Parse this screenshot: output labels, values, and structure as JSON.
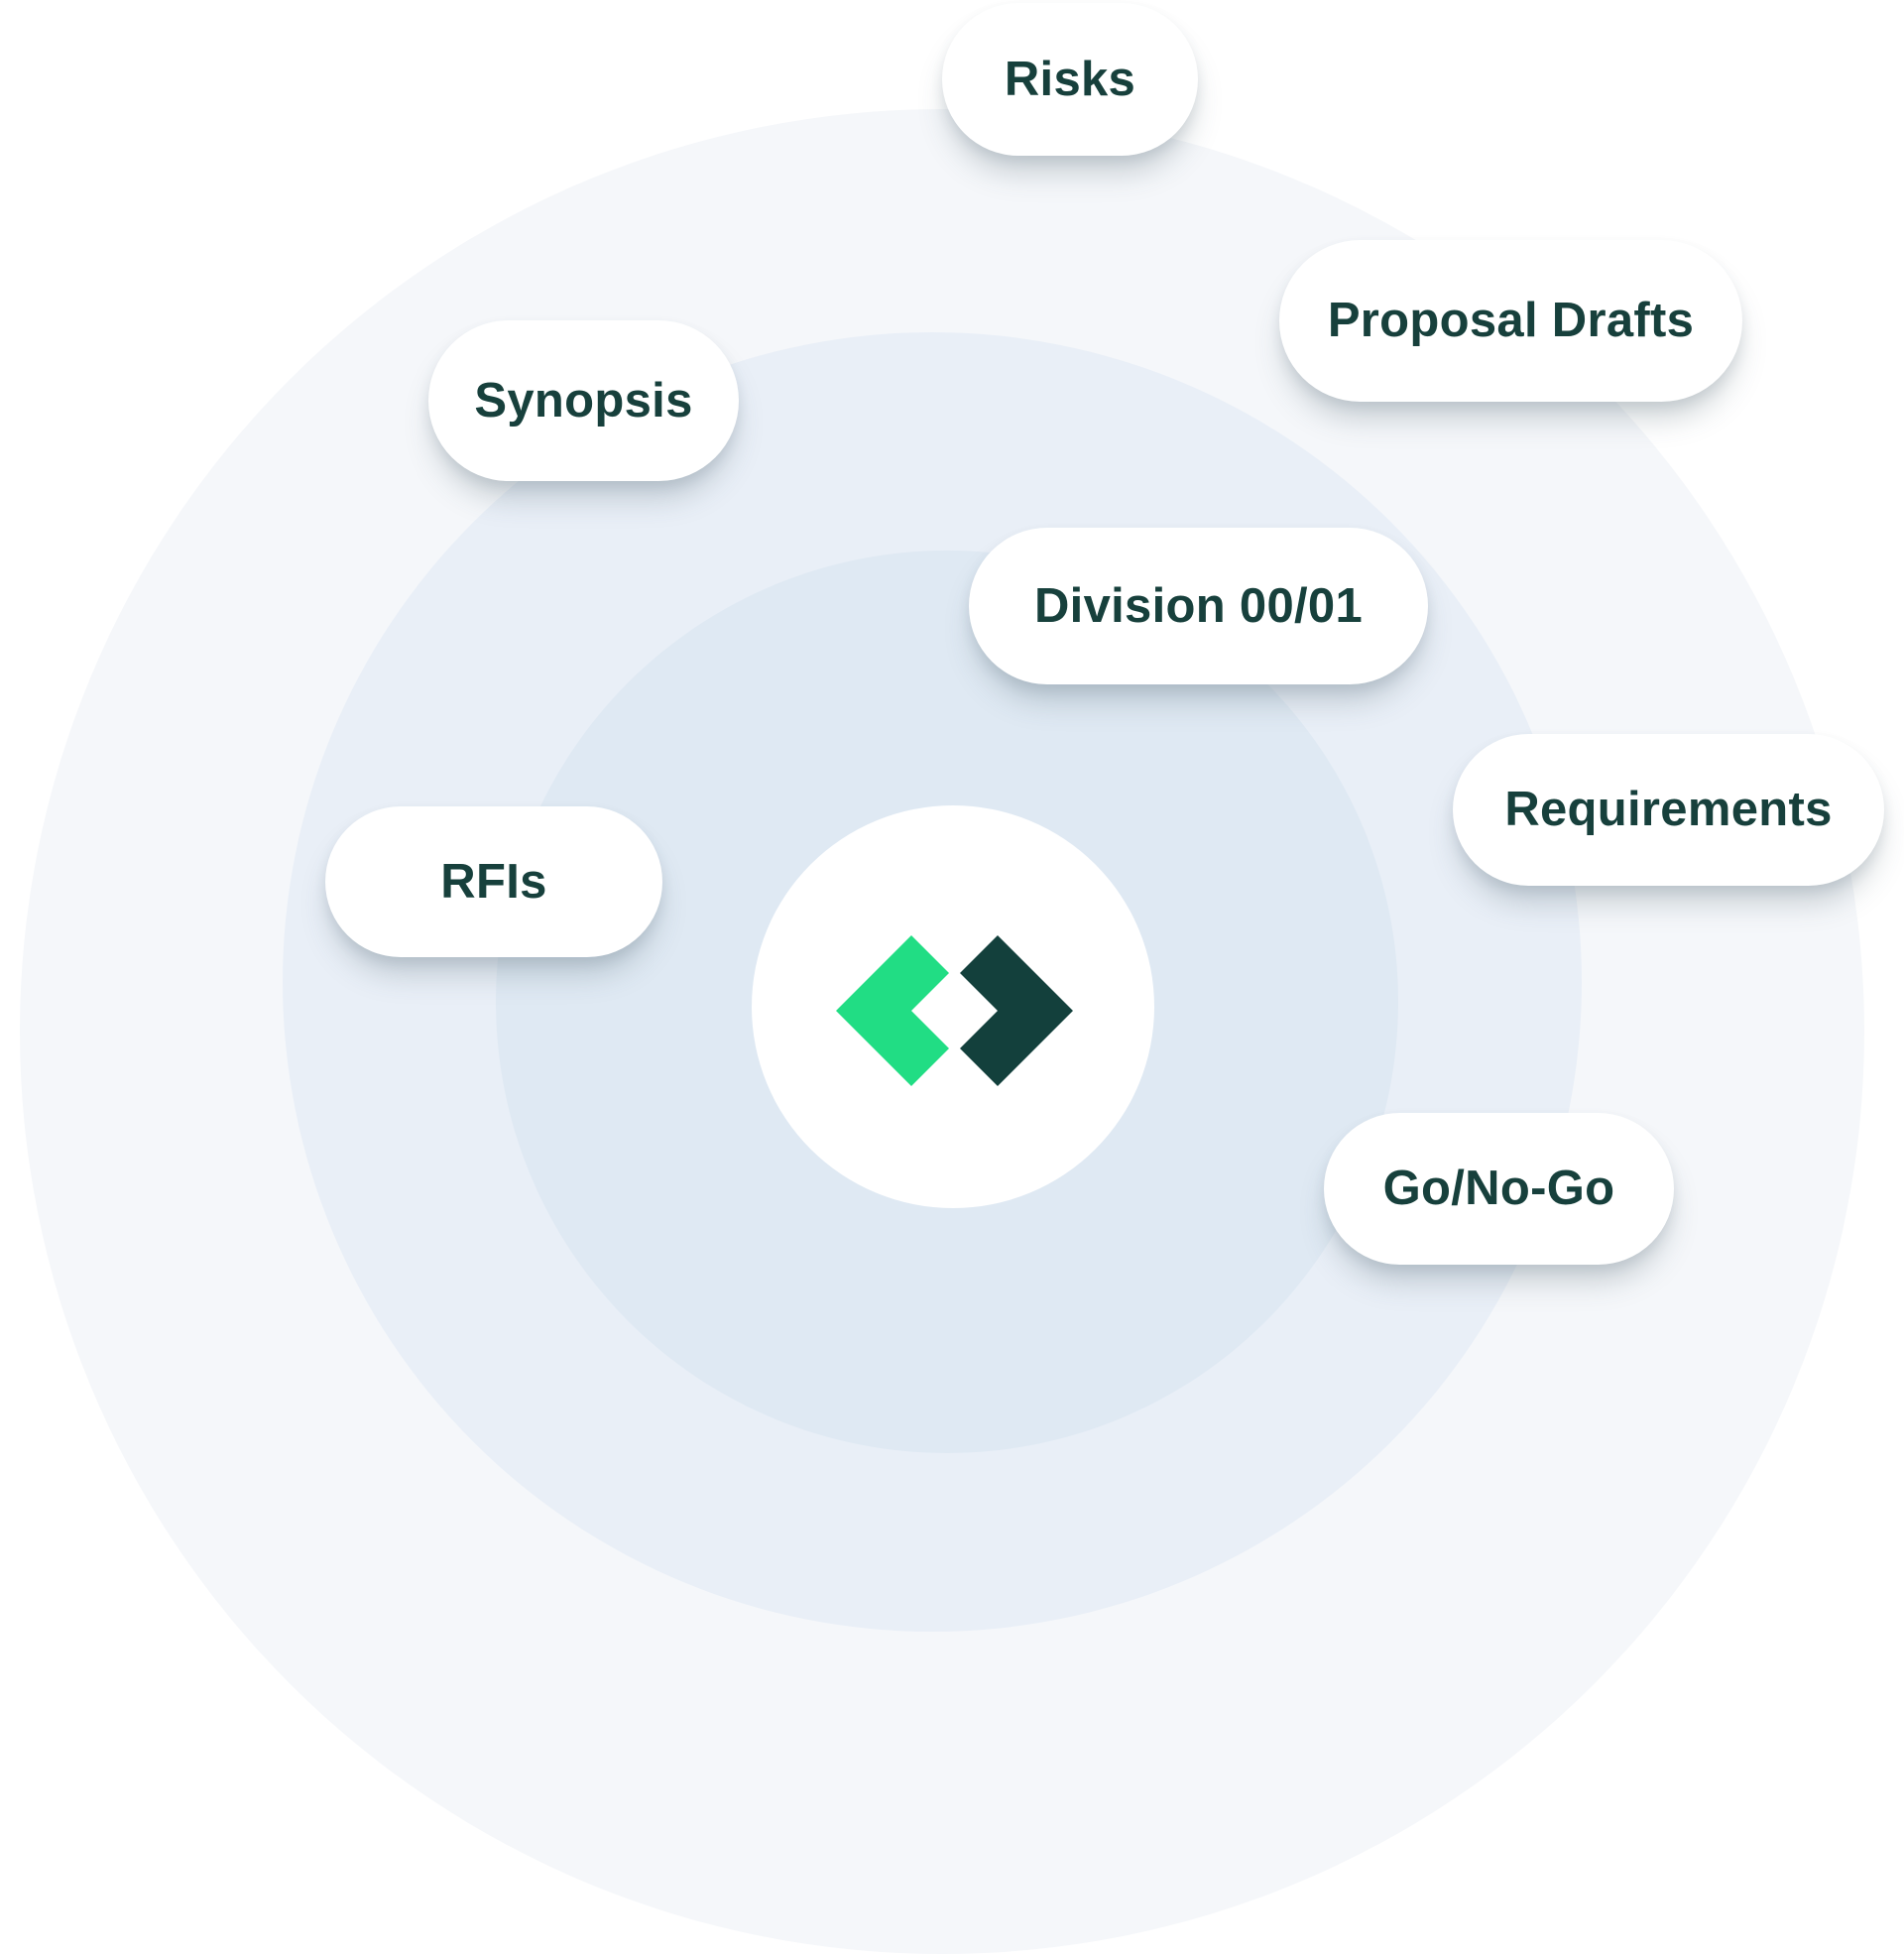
{
  "diagram": {
    "type": "radial-orbit",
    "text_color": "#17403C",
    "background_color": "#FFFFFF",
    "rings": [
      {
        "name": "outer-ring",
        "color": "#F5F7FA"
      },
      {
        "name": "middle-ring",
        "color": "#E9EFF7"
      },
      {
        "name": "inner-ring",
        "color": "#DFE9F3"
      },
      {
        "name": "core-circle",
        "color": "#FFFFFF"
      }
    ],
    "center_logo": {
      "name": "brand-logo",
      "left_chevron_color": "#21DD84",
      "right_chevron_color": "#13403C"
    },
    "nodes": [
      {
        "id": "risks",
        "label": "Risks"
      },
      {
        "id": "proposal-drafts",
        "label": "Proposal Drafts"
      },
      {
        "id": "synopsis",
        "label": "Synopsis"
      },
      {
        "id": "division-00-01",
        "label": "Division 00/01"
      },
      {
        "id": "requirements",
        "label": "Requirements"
      },
      {
        "id": "rfis",
        "label": "RFIs"
      },
      {
        "id": "go-no-go",
        "label": "Go/No-Go"
      }
    ]
  }
}
